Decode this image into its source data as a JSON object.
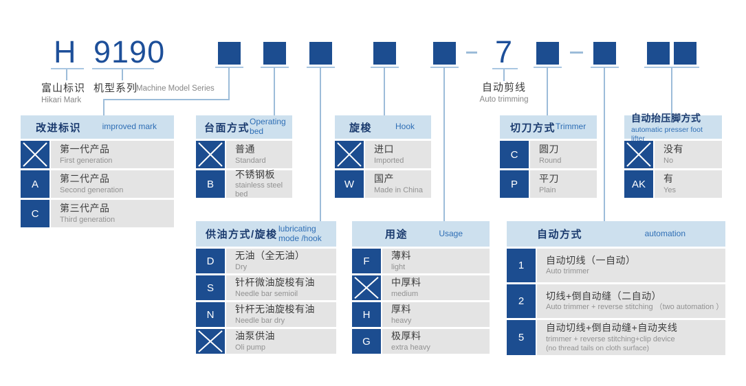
{
  "model_code": {
    "brand_letter": "H",
    "series_number": "9190",
    "auto_trim_digit": "7"
  },
  "top_labels": {
    "brand_zh": "富山标识",
    "brand_en": "Hikari Mark",
    "series_zh": "机型系列",
    "series_en": "Machine Model Series",
    "trim_zh": "自动剪线",
    "trim_en": "Auto trimming"
  },
  "colors": {
    "navy": "#1c4d90",
    "code_text": "#1d4f99",
    "header_bg": "#cde0ee",
    "header_text": "#1a3a6e",
    "header_accent": "#2e6eb5",
    "row_bg": "#e4e4e4",
    "connector": "#9cbcd9"
  },
  "tables": [
    {
      "title_zh": "改进标识",
      "title_en": "improved mark",
      "rows": [
        {
          "key": "X",
          "zh": "第一代产品",
          "en": "First generation"
        },
        {
          "key": "A",
          "zh": "第二代产品",
          "en": "Second generation"
        },
        {
          "key": "C",
          "zh": "第三代产品",
          "en": "Third generation"
        }
      ]
    },
    {
      "title_zh": "台面方式",
      "title_en": "Operating bed",
      "rows": [
        {
          "key": "X",
          "zh": "普通",
          "en": "Standard"
        },
        {
          "key": "B",
          "zh": "不锈钢板",
          "en": "stainless steel bed"
        }
      ]
    },
    {
      "title_zh": "旋梭",
      "title_en": "Hook",
      "rows": [
        {
          "key": "X",
          "zh": "进口",
          "en": "Imported"
        },
        {
          "key": "W",
          "zh": "国产",
          "en": "Made in China"
        }
      ]
    },
    {
      "title_zh": "切刀方式",
      "title_en": "Trimmer",
      "rows": [
        {
          "key": "C",
          "zh": "圆刀",
          "en": "Round"
        },
        {
          "key": "P",
          "zh": "平刀",
          "en": "Plain"
        }
      ]
    },
    {
      "title_zh": "自动抬压脚方式",
      "title_en": "automatic presser foot lifter",
      "rows": [
        {
          "key": "X",
          "zh": "没有",
          "en": "No"
        },
        {
          "key": "AK",
          "zh": "有",
          "en": "Yes"
        }
      ]
    },
    {
      "title_zh": "供油方式/旋梭",
      "title_en": "lubricating mode /hook",
      "rows": [
        {
          "key": "D",
          "zh": "无油（全无油）",
          "en": "Dry"
        },
        {
          "key": "S",
          "zh": "针杆微油旋梭有油",
          "en": "Needle bar semioil"
        },
        {
          "key": "N",
          "zh": "针杆无油旋梭有油",
          "en": "Needle bar dry"
        },
        {
          "key": "X",
          "zh": "油泵供油",
          "en": "Oli pump"
        }
      ]
    },
    {
      "title_zh": "用途",
      "title_en": "Usage",
      "rows": [
        {
          "key": "F",
          "zh": "薄料",
          "en": "light"
        },
        {
          "key": "X",
          "zh": "中厚料",
          "en": "medium"
        },
        {
          "key": "H",
          "zh": "厚料",
          "en": "heavy"
        },
        {
          "key": "G",
          "zh": "极厚料",
          "en": "extra heavy"
        }
      ]
    },
    {
      "title_zh": "自动方式",
      "title_en": "automation",
      "rows": [
        {
          "key": "1",
          "zh": "自动切线（一自动）",
          "en": "Auto trimmer"
        },
        {
          "key": "2",
          "zh": "切线+倒自动缝（二自动）",
          "en": "Auto trimmer + reverse stitching （two automation ）"
        },
        {
          "key": "5",
          "zh": "自动切线+倒自动缝+自动夹线",
          "en": "trimmer + reverse stitching+clip device",
          "en2": "(no thread tails on cloth surface)"
        }
      ]
    }
  ]
}
